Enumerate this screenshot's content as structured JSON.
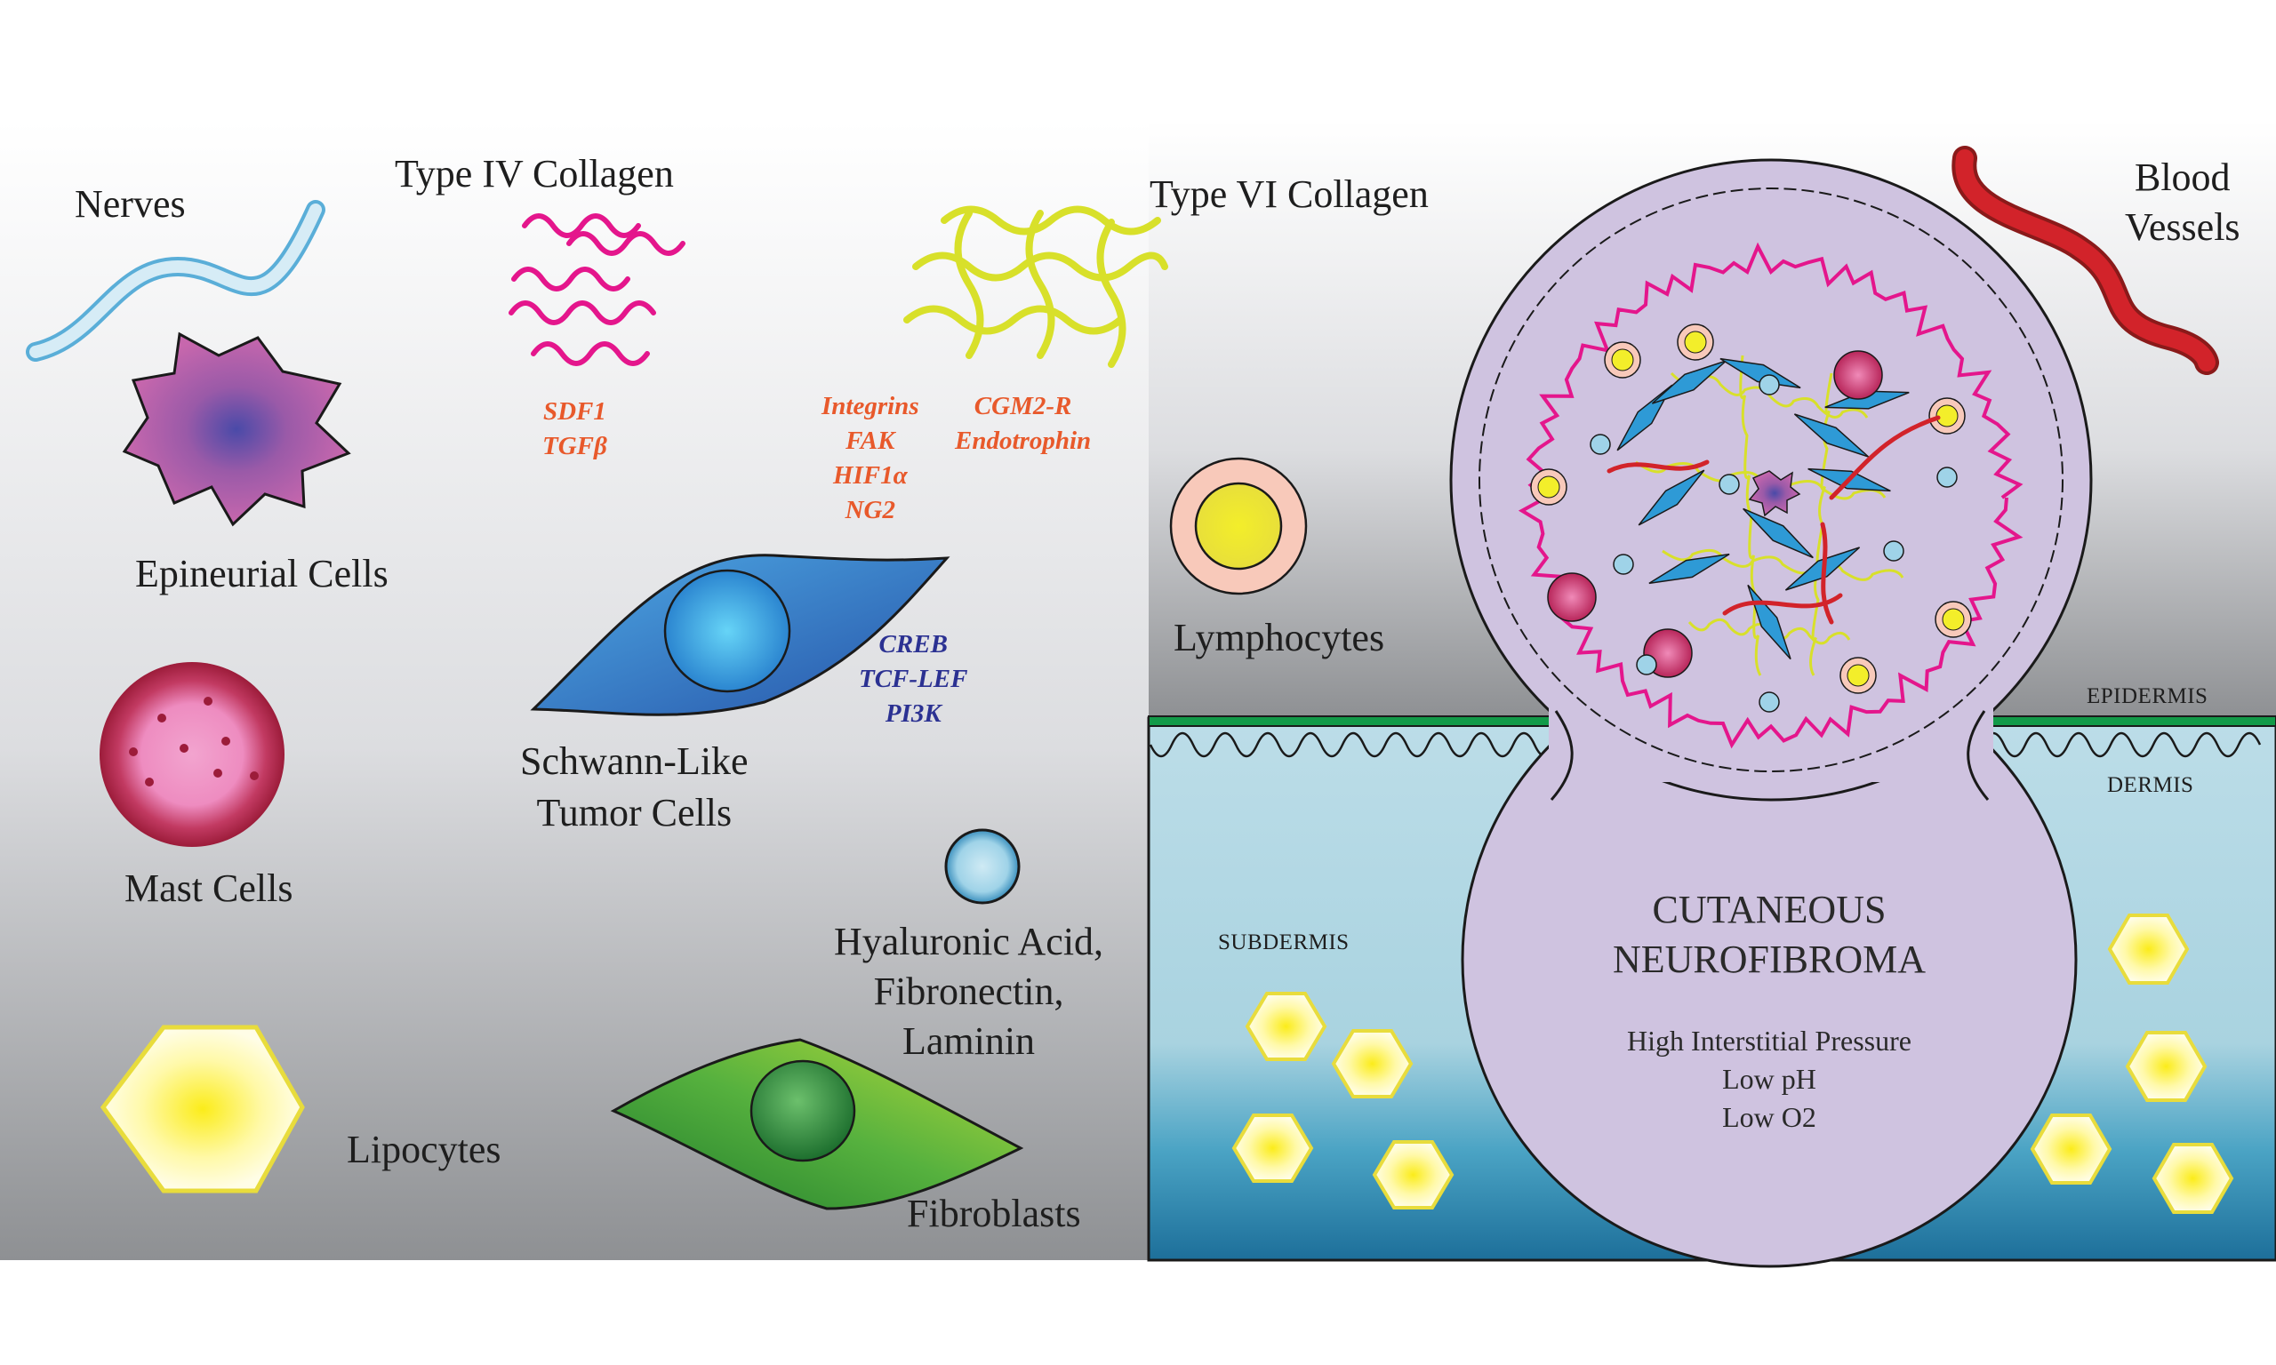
{
  "colors": {
    "panel_top": "#ffffff",
    "panel_bottom": "#8e9093",
    "skin_blue": "#b9dbe6",
    "epidermis_green": "#129a48",
    "tumor_lavender": "#cfc3e0",
    "collagen_iv": "#e4168c",
    "collagen_vi": "#d8e02a",
    "schwann_blue": "#2e6cc0",
    "fibroblast_green": "#2d8a2d",
    "blood_red": "#d2232a"
  },
  "icons": [
    "nerve-icon",
    "type-iv-collagen-icon",
    "type-vi-collagen-icon",
    "blood-vessel-icon",
    "epineurial-cell-icon",
    "mast-cell-icon",
    "lymphocyte-icon",
    "schwann-cell-icon",
    "hyaluronic-acid-icon",
    "lipocyte-icon",
    "fibroblast-icon"
  ],
  "legend": {
    "nerves": "Nerves",
    "type_iv_collagen": "Type IV Collagen",
    "type_iv_molecules": [
      "SDF1",
      "TGFβ"
    ],
    "type_vi_collagen": "Type VI Collagen",
    "type_vi_molecules_left": [
      "Integrins",
      "FAK",
      "HIF1α",
      "NG2"
    ],
    "type_vi_molecules_right": [
      "CGM2-R",
      "Endotrophin"
    ],
    "blood_vessels": [
      "Blood",
      "Vessels"
    ],
    "epineurial_cells": "Epineurial Cells",
    "lymphocytes": "Lymphocytes",
    "schwann_cells": [
      "Schwann-Like",
      "Tumor Cells"
    ],
    "schwann_molecules": [
      "CREB",
      "TCF-LEF",
      "PI3K"
    ],
    "mast_cells": "Mast Cells",
    "hyaluronic": [
      "Hyaluronic Acid,",
      "Fibronectin,",
      "Laminin"
    ],
    "lipocytes": "Lipocytes",
    "fibroblasts": "Fibroblasts"
  },
  "skin": {
    "epidermis": "EPIDERMIS",
    "dermis": "DERMIS",
    "subdermis": "SUBDERMIS"
  },
  "tumor": {
    "title_line1": "CUTANEOUS",
    "title_line2": "NEUROFIBROMA",
    "features": [
      "High Interstitial Pressure",
      "Low pH",
      "Low O2"
    ]
  }
}
